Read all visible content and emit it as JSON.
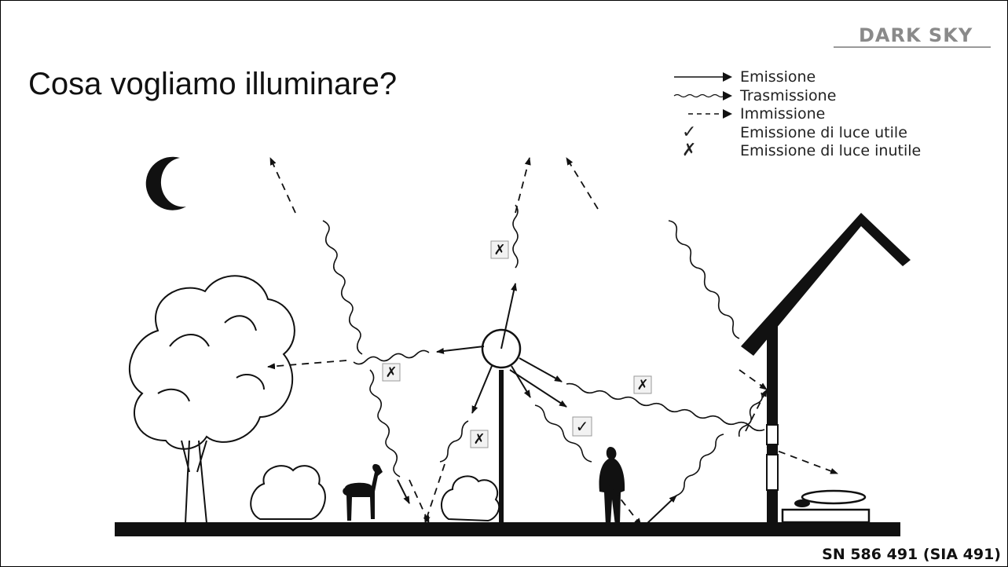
{
  "slide": {
    "title": "Cosa vogliamo illuminare?",
    "logo_text": "DARK SKY",
    "footer": "SN 586 491 (SIA 491)"
  },
  "legend": [
    {
      "symbol": "arrow-solid",
      "label": "Emissione"
    },
    {
      "symbol": "arrow-wavy",
      "label": "Trasmissione"
    },
    {
      "symbol": "arrow-dashed",
      "label": "Immissione"
    },
    {
      "symbol": "check-mark",
      "label": "Emissione di luce utile"
    },
    {
      "symbol": "cross-mark",
      "label": "Emissione di luce inutile"
    }
  ]
}
